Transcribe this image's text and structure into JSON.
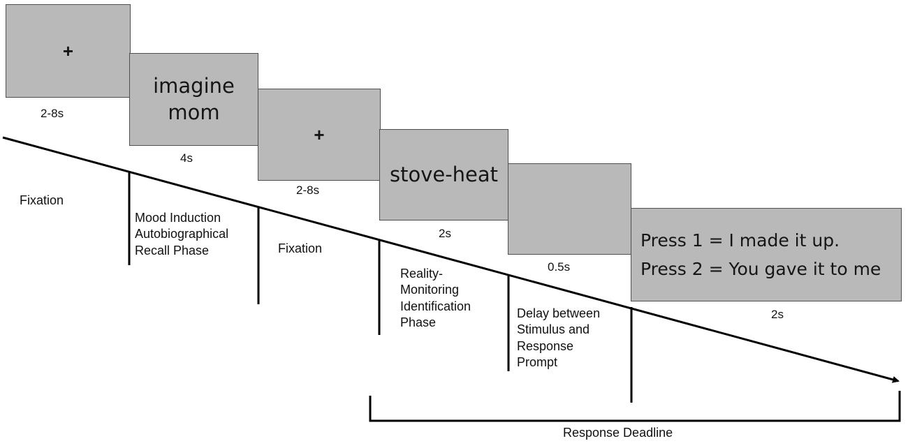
{
  "screens": [
    {
      "stimulus": "+"
    },
    {
      "stimulus": "imagine\nmom"
    },
    {
      "stimulus": "+"
    },
    {
      "stimulus": "stove-heat"
    },
    {
      "stimulus": ""
    },
    {
      "stimulus": "Press 1 = I made it up.\nPress 2 = You gave it to me"
    }
  ],
  "durations": [
    "2-8s",
    "4s",
    "2-8s",
    "2s",
    "0.5s",
    "2s"
  ],
  "phases": [
    "Fixation",
    "Mood Induction\nAutobiographical\nRecall Phase",
    "Fixation",
    "Reality-\nMonitoring\nIdentification\nPhase",
    "Delay between\nStimulus and\nResponse\nPrompt"
  ],
  "response_deadline": "Response Deadline",
  "colors": {
    "screen_fill": "#b9b9b9",
    "screen_border": "#505050",
    "line": "#000000"
  }
}
